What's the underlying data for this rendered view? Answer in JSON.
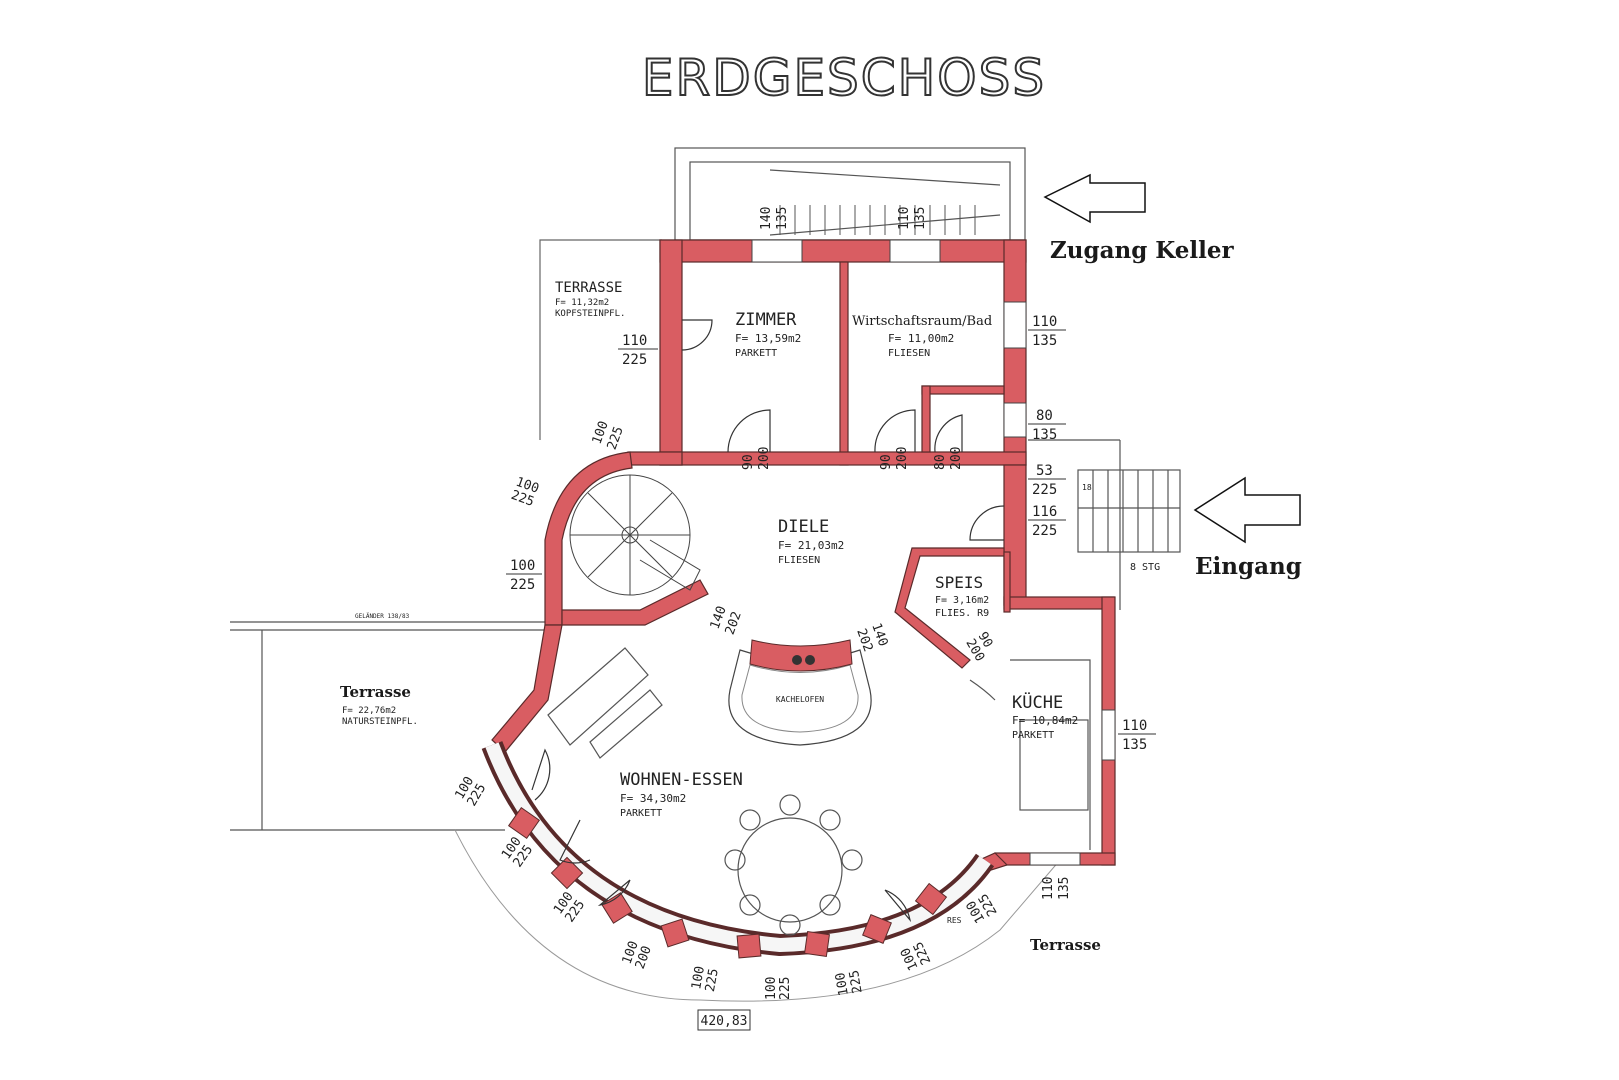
{
  "title": "ERDGESCHOSS",
  "colors": {
    "wall": "#d95d62",
    "wall_stroke": "#5a2a2a",
    "line": "#444444"
  },
  "rooms": {
    "zimmer": {
      "name": "ZIMMER",
      "area": "F= 13,59m2",
      "floor": "PARKETT"
    },
    "bad": {
      "name": "Wirtschaftsraum/Bad",
      "area": "F= 11,00m2",
      "floor": "FLIESEN"
    },
    "diele": {
      "name": "DIELE",
      "area": "F= 21,03m2",
      "floor": "FLIESEN"
    },
    "speis": {
      "name": "SPEIS",
      "area": "F= 3,16m2",
      "floor": "FLIES. R9"
    },
    "kueche": {
      "name": "KÜCHE",
      "area": "F= 10,84m2",
      "floor": "PARKETT"
    },
    "wohnen": {
      "name": "WOHNEN-ESSEN",
      "area": "F= 34,30m2",
      "floor": "PARKETT"
    },
    "terrasse_nw": {
      "name": "TERRASSE",
      "area": "F= 11,32m2",
      "floor": "KOPFSTEINPFL."
    },
    "terrasse_w": {
      "name": "Terrasse",
      "area": "F= 22,76m2",
      "floor": "NATURSTEINPFL."
    },
    "terrasse_se": {
      "name": "Terrasse"
    }
  },
  "fixtures": {
    "kachelofen": "KACHELOFEN",
    "stairs_note": "8 STG",
    "railing": "GELÄNDER 138/83",
    "res": "RES"
  },
  "annotations": {
    "keller": "Zugang Keller",
    "eingang": "Eingang"
  },
  "dimensions": {
    "top_left": [
      "140",
      "135"
    ],
    "top_right": [
      "110",
      "135"
    ],
    "zimmer_west": [
      "110",
      "225"
    ],
    "bad_east": [
      "110",
      "135"
    ],
    "bad_east2": [
      "80",
      "135"
    ],
    "entry1": [
      "53",
      "225"
    ],
    "entry2": [
      "116",
      "225"
    ],
    "door_zimmer": [
      "90",
      "200"
    ],
    "door_bad": [
      "90",
      "200"
    ],
    "door_wc": [
      "80",
      "200"
    ],
    "stair_w1": [
      "100",
      "225"
    ],
    "stair_w2": [
      "100",
      "225"
    ],
    "stair_w3": [
      "100",
      "225"
    ],
    "pass_left": [
      "140",
      "202"
    ],
    "pass_right": [
      "140",
      "202"
    ],
    "speis_door": [
      "90",
      "200"
    ],
    "kueche_east": [
      "110",
      "135"
    ],
    "kueche_south": [
      "110",
      "135"
    ],
    "arc": [
      [
        "100",
        "225"
      ],
      [
        "100",
        "225"
      ],
      [
        "100",
        "225"
      ],
      [
        "100",
        "200"
      ],
      [
        "100",
        "225"
      ],
      [
        "100",
        "225"
      ],
      [
        "100",
        "225"
      ],
      [
        "100",
        "225"
      ],
      [
        "100",
        "225"
      ]
    ],
    "bottom": "420,83",
    "step_height": "18"
  }
}
